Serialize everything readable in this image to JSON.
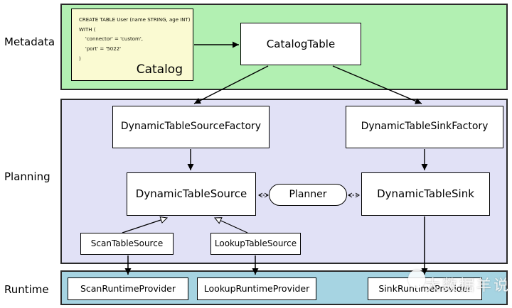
{
  "lanes": [
    {
      "id": "metadata",
      "label": "Metadata"
    },
    {
      "id": "planning",
      "label": "Planning"
    },
    {
      "id": "runtime",
      "label": "Runtime"
    }
  ],
  "colors": {
    "metadata_bg": "#b2f0b2",
    "planning_bg": "#e1e1f6",
    "runtime_bg": "#a6d4e2",
    "code_box_bg": "#fafad2",
    "node_bg": "#ffffff",
    "line": "#000000"
  },
  "code_box": {
    "lines": [
      "CREATE TABLE User (name STRING, age INT)",
      "WITH (",
      "    'connector' = 'custom',",
      "    'port' = '5022'",
      ")"
    ],
    "label": "Catalog"
  },
  "nodes": {
    "catalog_table": "CatalogTable",
    "dynamic_table_source_factory": "DynamicTableSourceFactory",
    "dynamic_table_sink_factory": "DynamicTableSinkFactory",
    "dynamic_table_source": "DynamicTableSource",
    "planner": "Planner",
    "dynamic_table_sink": "DynamicTableSink",
    "scan_table_source": "ScanTableSource",
    "lookup_table_source": "LookupTableSource",
    "scan_runtime_provider": "ScanRuntimeProvider",
    "lookup_runtime_provider": "LookupRuntimeProvider",
    "sink_runtime_provider": "SinkRuntimeProvider"
  },
  "watermark": "大数据羊说"
}
